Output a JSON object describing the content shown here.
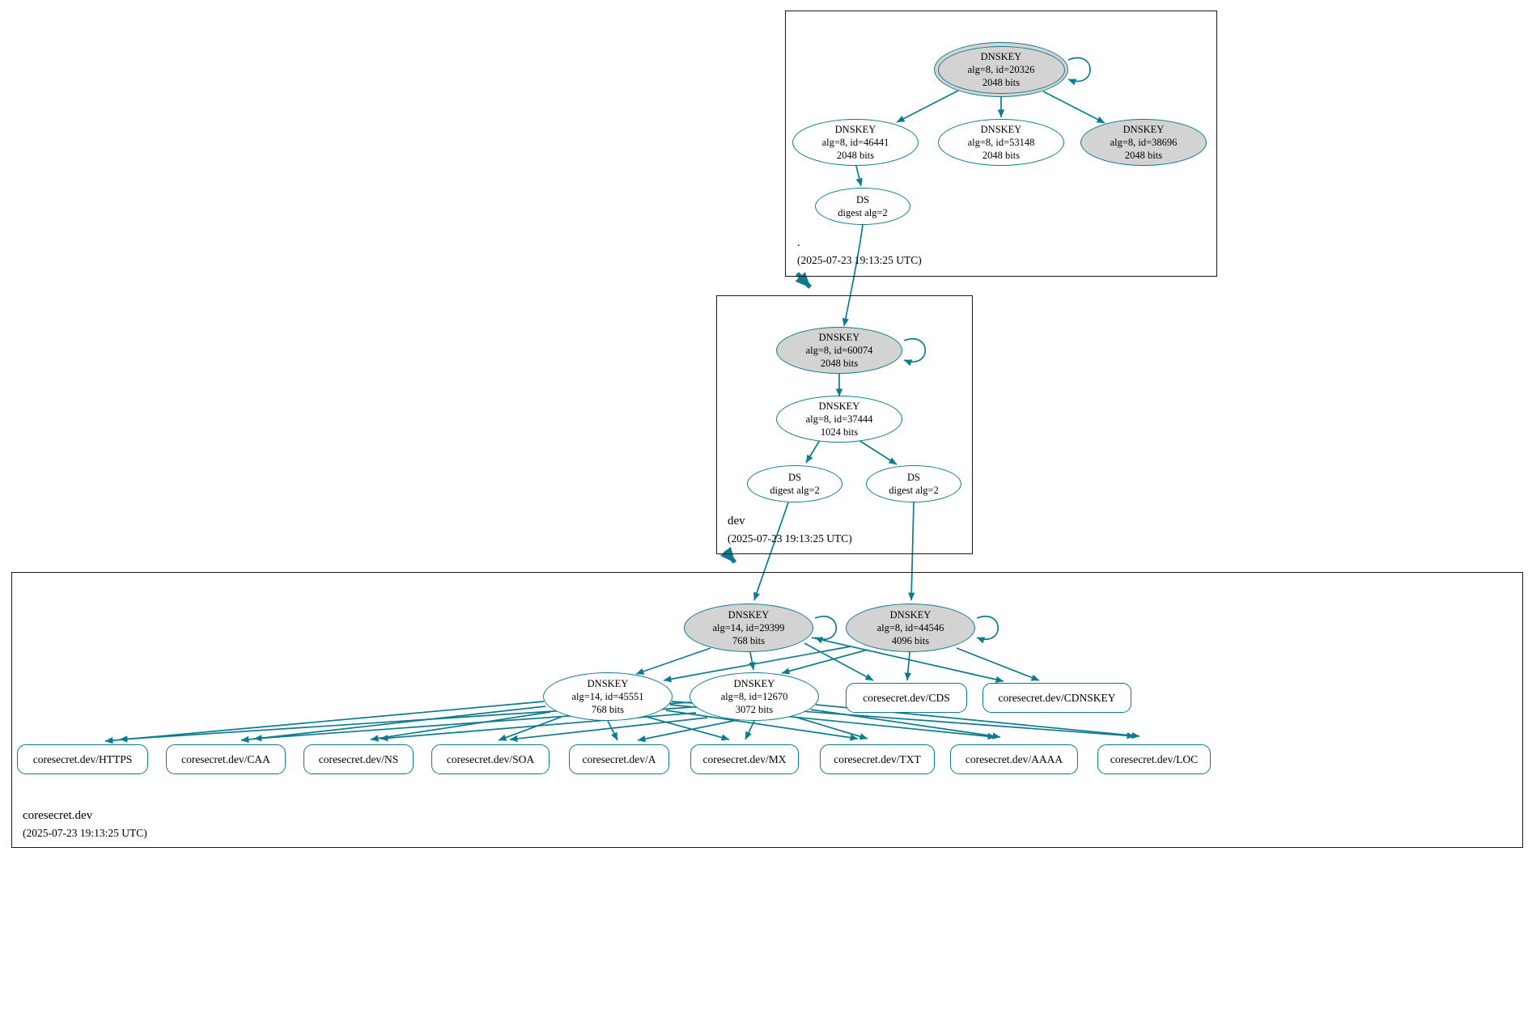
{
  "graph": {
    "edge_color": "#0c7b8d",
    "ksk_fill": "#d3d3d3",
    "node_border_color": "#0c7b8d"
  },
  "zones": {
    "root": {
      "label": ".",
      "timestamp": "(2025-07-23 19:13:25 UTC)",
      "nodes": {
        "ksk": {
          "type": "DNSKEY",
          "alg": "alg=8, id=20326",
          "bits": "2048 bits"
        },
        "zsk1": {
          "type": "DNSKEY",
          "alg": "alg=8, id=46441",
          "bits": "2048 bits"
        },
        "zsk2": {
          "type": "DNSKEY",
          "alg": "alg=8, id=53148",
          "bits": "2048 bits"
        },
        "ksk2": {
          "type": "DNSKEY",
          "alg": "alg=8, id=38696",
          "bits": "2048 bits"
        },
        "ds": {
          "type": "DS",
          "detail": "digest alg=2"
        }
      }
    },
    "dev": {
      "label": "dev",
      "timestamp": "(2025-07-23 19:13:25 UTC)",
      "nodes": {
        "ksk": {
          "type": "DNSKEY",
          "alg": "alg=8, id=60074",
          "bits": "2048 bits"
        },
        "zsk": {
          "type": "DNSKEY",
          "alg": "alg=8, id=37444",
          "bits": "1024 bits"
        },
        "ds1": {
          "type": "DS",
          "detail": "digest alg=2"
        },
        "ds2": {
          "type": "DS",
          "detail": "digest alg=2"
        }
      }
    },
    "coresecret": {
      "label": "coresecret.dev",
      "timestamp": "(2025-07-23 19:13:25 UTC)",
      "nodes": {
        "ksk1": {
          "type": "DNSKEY",
          "alg": "alg=14, id=29399",
          "bits": "768 bits"
        },
        "ksk2": {
          "type": "DNSKEY",
          "alg": "alg=8, id=44546",
          "bits": "4096 bits"
        },
        "zsk1": {
          "type": "DNSKEY",
          "alg": "alg=14, id=45551",
          "bits": "768 bits"
        },
        "zsk2": {
          "type": "DNSKEY",
          "alg": "alg=8, id=12670",
          "bits": "3072 bits"
        },
        "cds": "coresecret.dev/CDS",
        "cdnskey": "coresecret.dev/CDNSKEY",
        "rrsets": [
          "coresecret.dev/HTTPS",
          "coresecret.dev/CAA",
          "coresecret.dev/NS",
          "coresecret.dev/SOA",
          "coresecret.dev/A",
          "coresecret.dev/MX",
          "coresecret.dev/TXT",
          "coresecret.dev/AAAA",
          "coresecret.dev/LOC"
        ]
      }
    }
  }
}
